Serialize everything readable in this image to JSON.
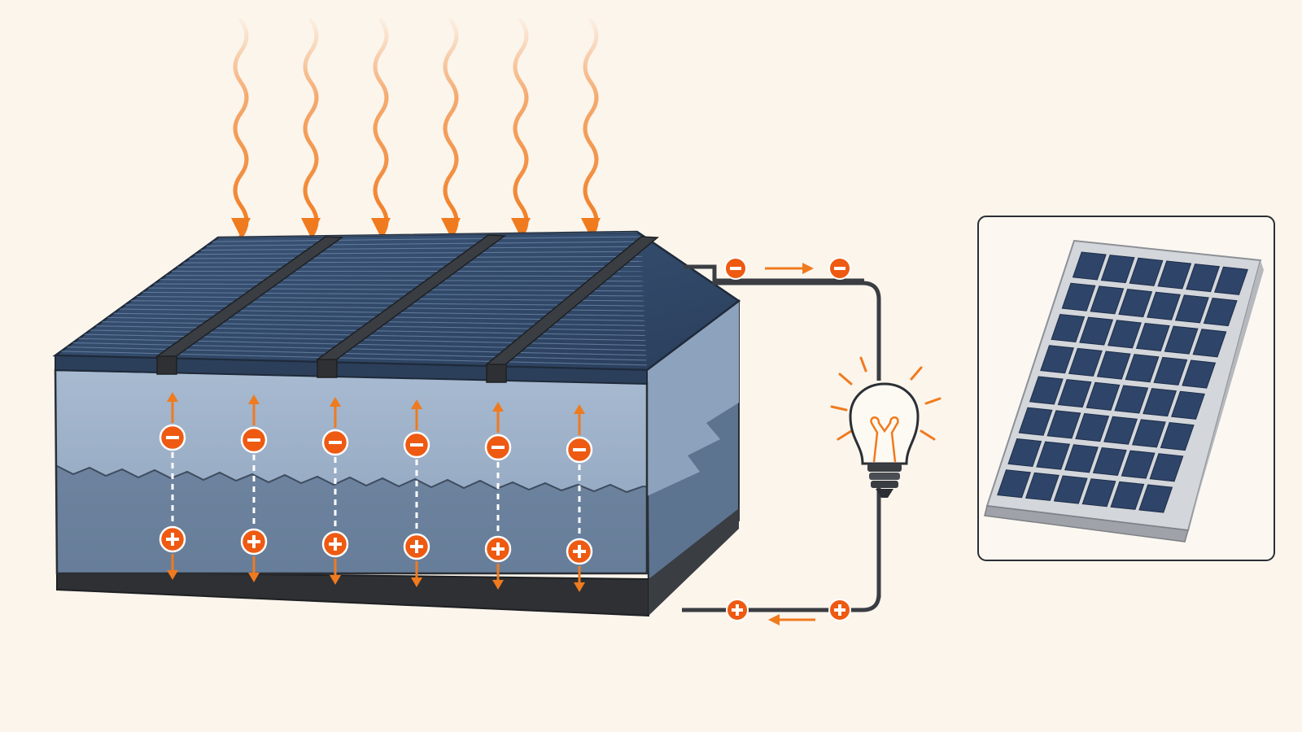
{
  "colors": {
    "background": "#fbf5ec",
    "light_ray": "#f07a1e",
    "charge": "#ee5a12",
    "top_surface": "#2f4767",
    "n_layer": "#9fb2c9",
    "p_layer": "#6d84a0",
    "base": "#2e3033",
    "wire": "#3a3d42",
    "panel_cell": "#2e4468",
    "panel_frame": "#c9ccd1"
  },
  "icons": {
    "light_rays": "wavy-arrow-icon",
    "electron": "minus-circle-icon",
    "hole": "plus-circle-icon",
    "load": "light-bulb-icon",
    "inset": "solar-panel-icon"
  },
  "diagram": {
    "light_ray_count": 6,
    "charge_pair_count": 6,
    "busbar_count": 3,
    "inset_panel": {
      "rows": 8,
      "columns": 6
    }
  }
}
